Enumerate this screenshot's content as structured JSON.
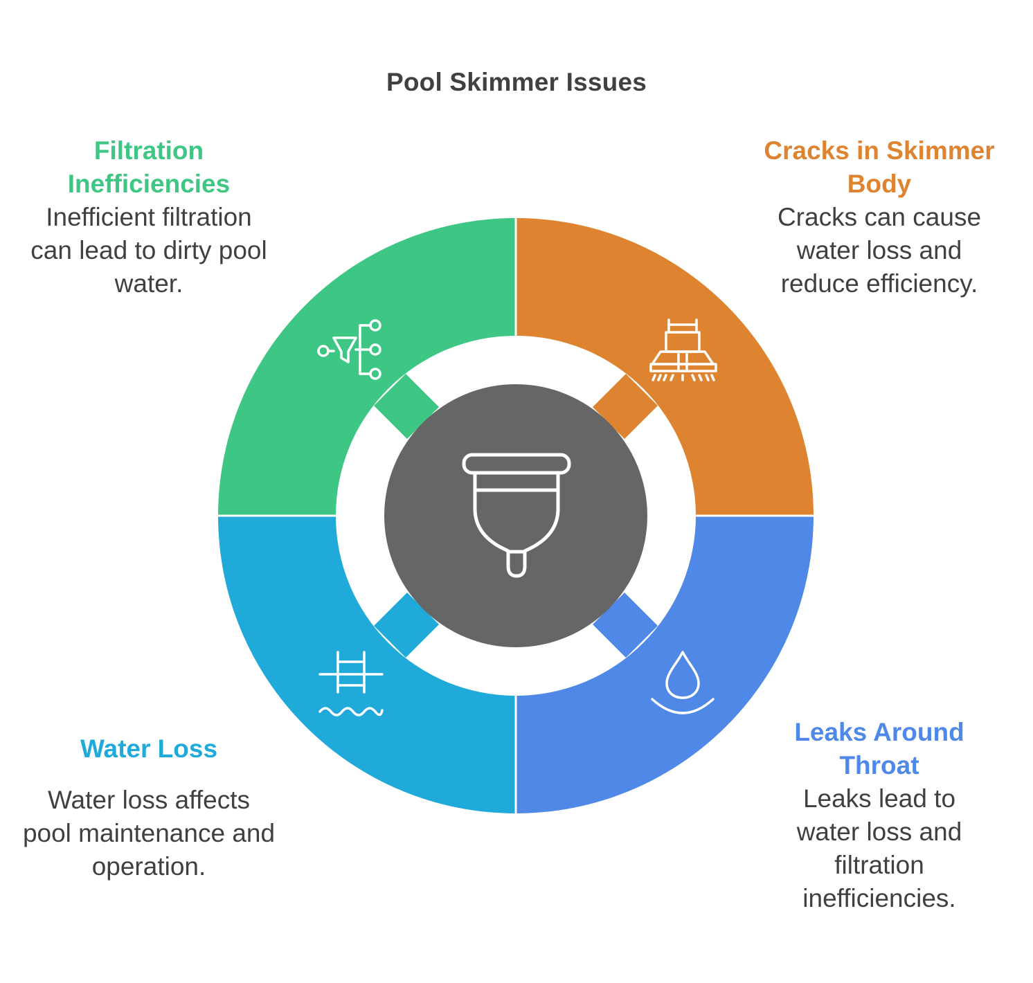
{
  "title": "Pool Skimmer Issues",
  "center": {
    "icon": "skimmer-basket-icon",
    "color": "#666666"
  },
  "segments": [
    {
      "key": "filtration",
      "heading": "Filtration Inefficiencies",
      "description": "Inefficient filtration can lead to dirty pool water.",
      "color": "#3ec684",
      "icon": "filter-funnel-icon"
    },
    {
      "key": "cracks",
      "heading": "Cracks in Skimmer Body",
      "description": "Cracks can cause water loss and reduce efficiency.",
      "color": "#de8431",
      "icon": "pool-cleaner-icon"
    },
    {
      "key": "leaks",
      "heading": "Leaks Around Throat",
      "description": "Leaks lead to water loss and filtration inefficiencies.",
      "color": "#4f88e6",
      "icon": "water-drop-icon"
    },
    {
      "key": "water_loss",
      "heading": "Water Loss",
      "description": "Water loss affects pool maintenance and operation.",
      "color": "#1faad9",
      "icon": "pool-ladder-icon"
    }
  ]
}
